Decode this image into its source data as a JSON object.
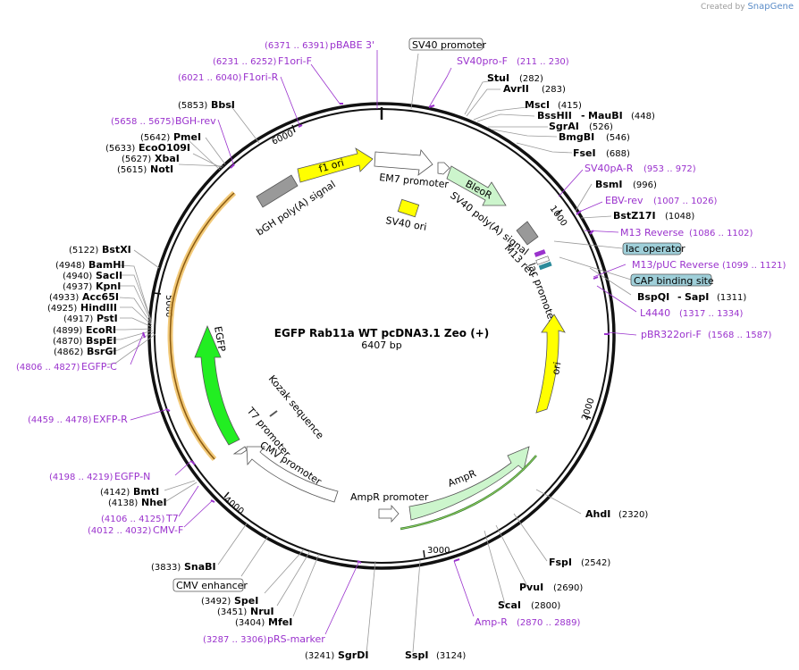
{
  "watermark": {
    "prefix": "Created by",
    "brand": "SnapGene"
  },
  "title": "EGFP Rab11a WT pcDNA3.1 Zeo (+)",
  "size_label": "6407 bp",
  "ticks": [
    "1000",
    "2000",
    "3000",
    "4000",
    "5000",
    "6000"
  ],
  "enzymes": {
    "StuI": {
      "name": "StuI",
      "pos": "(282)"
    },
    "AvrII": {
      "name": "AvrII",
      "pos": "(283)"
    },
    "MscI": {
      "name": "MscI",
      "pos": "(415)"
    },
    "BssHII": {
      "name": "BssHII",
      "sep": "-",
      "name2": "MauBI",
      "pos": "(448)"
    },
    "SgrAI": {
      "name": "SgrAI",
      "pos": "(526)"
    },
    "BmgBI": {
      "name": "BmgBI",
      "pos": "(546)"
    },
    "FseI": {
      "name": "FseI",
      "pos": "(688)"
    },
    "BsmI": {
      "name": "BsmI",
      "pos": "(996)"
    },
    "BstZ17I": {
      "name": "BstZ17I",
      "pos": "(1048)"
    },
    "BspQI": {
      "name": "BspQI",
      "sep": "-",
      "name2": "SapI",
      "pos": "(1311)"
    },
    "AhdI": {
      "name": "AhdI",
      "pos": "(2320)"
    },
    "FspI": {
      "name": "FspI",
      "pos": "(2542)"
    },
    "PvuI": {
      "name": "PvuI",
      "pos": "(2690)"
    },
    "ScaI": {
      "name": "ScaI",
      "pos": "(2800)"
    },
    "SspI": {
      "name": "SspI",
      "pos": "(3124)"
    },
    "SgrDI": {
      "name": "SgrDI",
      "pos": "(3241)"
    },
    "MfeI": {
      "name": "MfeI",
      "pos": "(3404)"
    },
    "NruI": {
      "name": "NruI",
      "pos": "(3451)"
    },
    "SpeI": {
      "name": "SpeI",
      "pos": "(3492)"
    },
    "SnaBI": {
      "name": "SnaBI",
      "pos": "(3833)"
    },
    "NheI": {
      "name": "NheI",
      "pos": "(4138)"
    },
    "BmtI": {
      "name": "BmtI",
      "pos": "(4142)"
    },
    "BsrGI": {
      "name": "BsrGI",
      "pos": "(4862)"
    },
    "BspEI": {
      "name": "BspEI",
      "pos": "(4870)"
    },
    "EcoRI": {
      "name": "EcoRI",
      "pos": "(4899)"
    },
    "PstI": {
      "name": "PstI",
      "pos": "(4917)"
    },
    "HindIII": {
      "name": "HindIII",
      "pos": "(4925)"
    },
    "Acc65I": {
      "name": "Acc65I",
      "pos": "(4933)"
    },
    "KpnI": {
      "name": "KpnI",
      "pos": "(4937)"
    },
    "SacII": {
      "name": "SacII",
      "pos": "(4940)"
    },
    "BamHI": {
      "name": "BamHI",
      "pos": "(4948)"
    },
    "BstXI": {
      "name": "BstXI",
      "pos": "(5122)"
    },
    "NotI": {
      "name": "NotI",
      "pos": "(5615)"
    },
    "XbaI": {
      "name": "XbaI",
      "pos": "(5627)"
    },
    "EcoO109I": {
      "name": "EcoO109I",
      "pos": "(5633)"
    },
    "PmeI": {
      "name": "PmeI",
      "pos": "(5642)"
    },
    "BbsI": {
      "name": "BbsI",
      "pos": "(5853)"
    }
  },
  "primers": {
    "SV40proF": {
      "name": "SV40pro-F",
      "pos": "(211 .. 230)"
    },
    "SV40pAR": {
      "name": "SV40pA-R",
      "pos": "(953 .. 972)"
    },
    "EBVrev": {
      "name": "EBV-rev",
      "pos": "(1007 .. 1026)"
    },
    "M13Rev": {
      "name": "M13 Reverse",
      "pos": "(1086 .. 1102)"
    },
    "M13pUC": {
      "name": "M13/pUC Reverse",
      "pos": "(1099 .. 1121)"
    },
    "L4440": {
      "name": "L4440",
      "pos": "(1317 .. 1334)"
    },
    "pBR322": {
      "name": "pBR322ori-F",
      "pos": "(1568 .. 1587)"
    },
    "AmpR": {
      "name": "Amp-R",
      "pos": "(2870 .. 2889)"
    },
    "pRS": {
      "name": "pRS-marker",
      "pos": "(3287 .. 3306)"
    },
    "CMVF": {
      "name": "CMV-F",
      "pos": "(4012 .. 4032)"
    },
    "T7": {
      "name": "T7",
      "pos": "(4106 .. 4125)"
    },
    "EGFPN": {
      "name": "EGFP-N",
      "pos": "(4198 .. 4219)"
    },
    "EXFPR": {
      "name": "EXFP-R",
      "pos": "(4459 .. 4478)"
    },
    "EGFPC": {
      "name": "EGFP-C",
      "pos": "(4806 .. 4827)"
    },
    "BGHrev": {
      "name": "BGH-rev",
      "pos": "(5658 .. 5675)"
    },
    "F1oriR": {
      "name": "F1ori-R",
      "pos": "(6021 .. 6040)"
    },
    "F1oriF": {
      "name": "F1ori-F",
      "pos": "(6231 .. 6252)"
    },
    "pBABE": {
      "name": "pBABE 3'",
      "pos": "(6371 .. 6391)"
    }
  },
  "features": {
    "sv40promoter_box": "SV40 promoter",
    "em7": "EM7 promoter",
    "bleor": "BleoR",
    "sv40ori": "SV40 ori",
    "sv40polya": "SV40 poly(A) signal",
    "m13rev": "M13 rev",
    "lacpromoter": "lac promoter",
    "lacoperator": "lac operator",
    "capsite": "CAP binding site",
    "ori": "ori",
    "ampr": "AmpR",
    "amprpromoter": "AmpR promoter",
    "cmvpromoter": "CMV promoter",
    "cmvenhancer": "CMV enhancer",
    "t7promoter": "T7 promoter",
    "kozak": "Kozak sequence",
    "egfp": "EGFP",
    "bgh": "bGH poly(A) signal",
    "f1ori": "f1 ori"
  },
  "colors": {
    "f1ori": "#ffff00",
    "sv40ori": "#ffff00",
    "ori": "#ffff00",
    "bleor": "#ccf5cc",
    "ampr": "#ccf5cc",
    "egfp": "#22ee22",
    "polya": "#999999",
    "primer": "#9a32cd",
    "box_blue": "#9fcfd9"
  }
}
